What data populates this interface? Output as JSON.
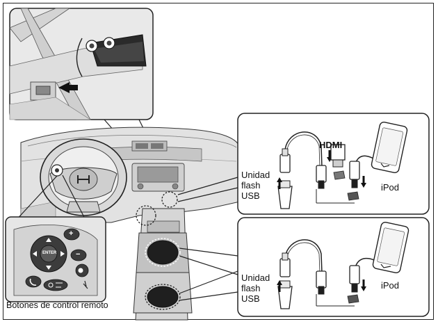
{
  "labels": {
    "hdmi": "HDMI",
    "usb_top": [
      "Unidad",
      "flash",
      "USB"
    ],
    "usb_bottom": [
      "Unidad",
      "flash",
      "USB"
    ],
    "ipod_top": "iPod",
    "ipod_bottom": "iPod",
    "remote_caption": "Botones de control remoto",
    "remote_enter": "ENTER",
    "remote_plus": "+",
    "remote_minus": "−"
  },
  "icons": {
    "arrow": "arrow-icon",
    "steering_logo": "car-logo-icon"
  },
  "colors": {
    "line": "#222222",
    "fill_light": "#e6e6e6",
    "fill_mid": "#c9c9c9",
    "fill_dark": "#8a8a8a",
    "fill_black": "#1a1a1a"
  }
}
